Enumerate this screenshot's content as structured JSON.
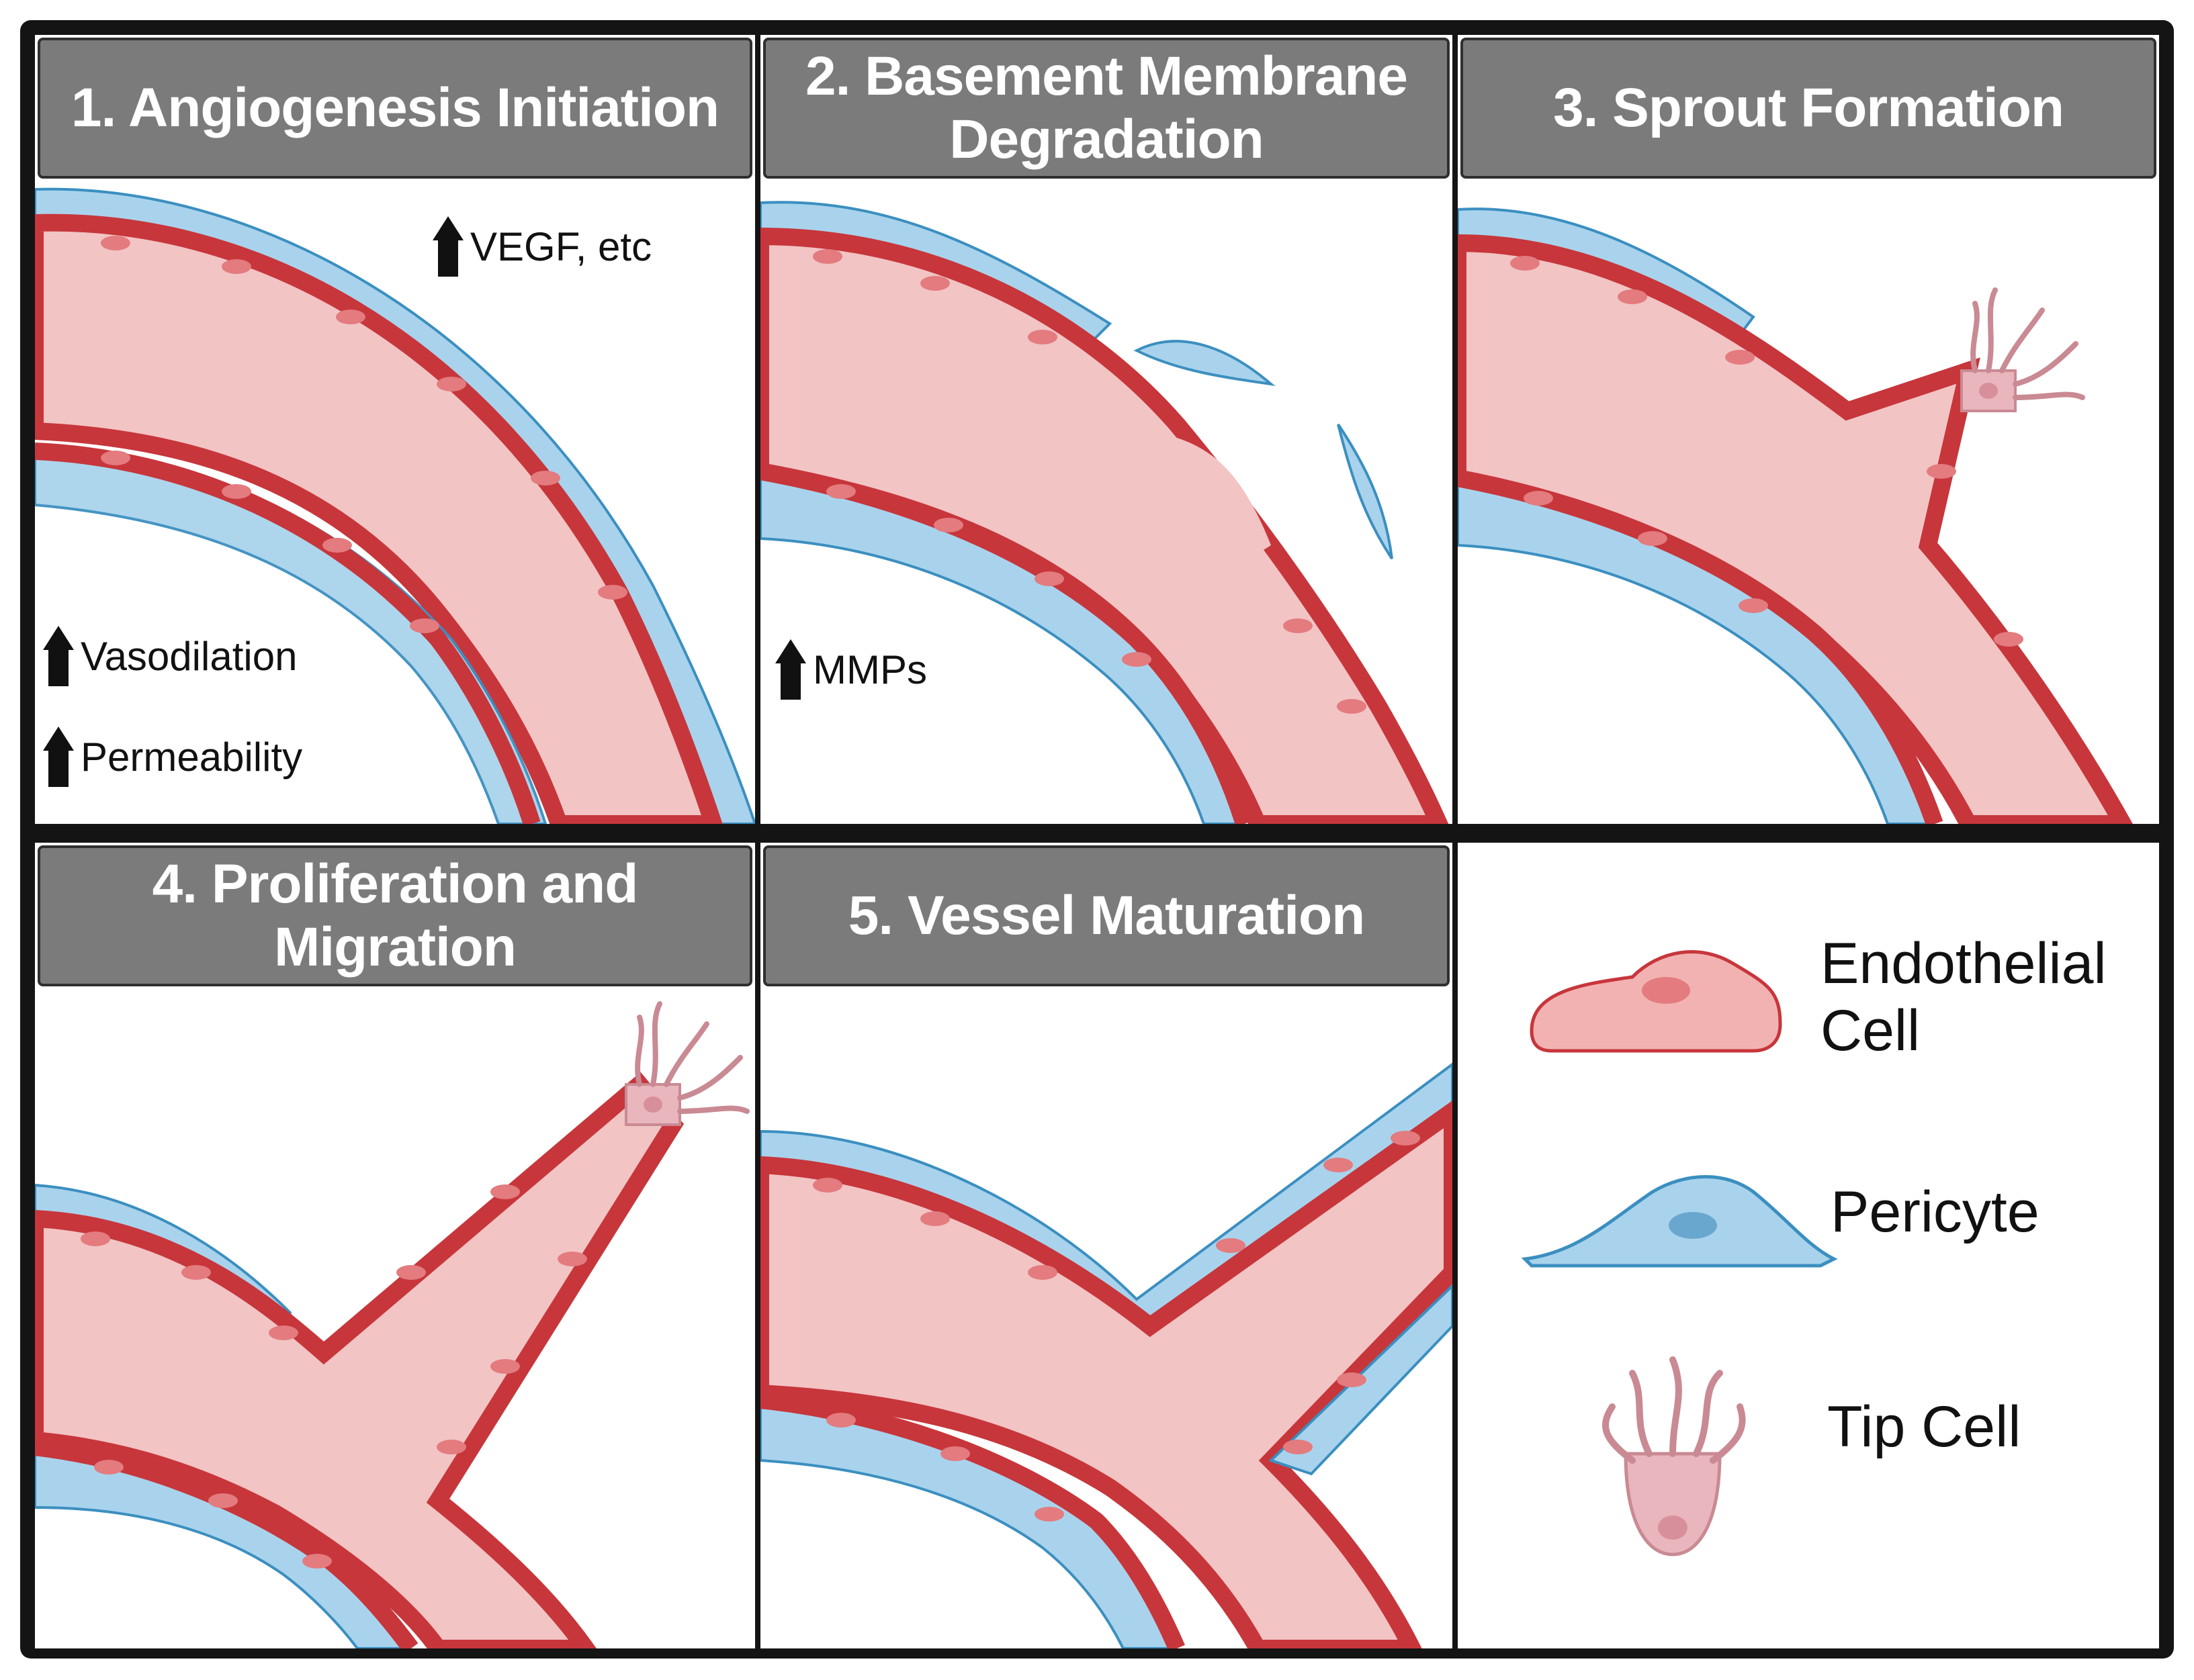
{
  "panels": [
    {
      "title_lines": [
        "1. Angiogenesis Initiation"
      ]
    },
    {
      "title_lines": [
        "2. Basement Membrane",
        "Degradation"
      ]
    },
    {
      "title_lines": [
        "3. Sprout Formation"
      ]
    },
    {
      "title_lines": [
        "4. Proliferation and",
        "Migration"
      ]
    },
    {
      "title_lines": [
        "5. Vessel Maturation"
      ]
    }
  ],
  "annotations": {
    "vegf": "VEGF, etc",
    "vasodilation": "Vasodilation",
    "permeability": "Permeability",
    "mmps": "MMPs"
  },
  "legend": {
    "endothelial_line1": "Endothelial",
    "endothelial_line2": "Cell",
    "pericyte": "Pericyte",
    "tip_cell": "Tip Cell"
  },
  "colors": {
    "frame": "#141414",
    "header_fill": "#7b7b7b",
    "header_text": "#ffffff",
    "lumen": "#f2c4c4",
    "vessel_wall": "#c7363b",
    "endothelial_cell": "#f09a9a",
    "pericyte": "#a9d3ec",
    "pericyte_outline": "#3b8fc0",
    "tip_cell": "#e9b6bd"
  }
}
